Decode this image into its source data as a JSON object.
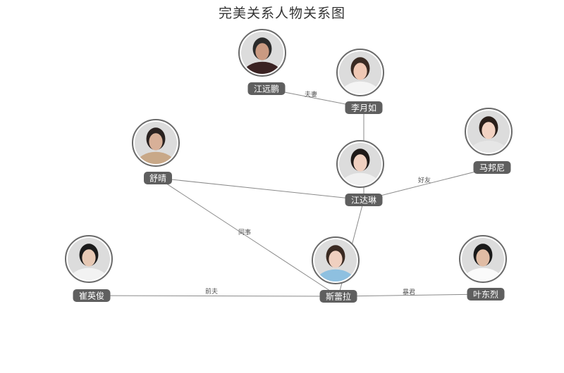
{
  "title": "完美关系人物关系图",
  "colors": {
    "line": "#8a8a8a",
    "pill": "#5f5f5f",
    "ring": "#6a6a6a",
    "label_text": "#ffffff"
  },
  "nodes": [
    {
      "id": "jiangyuanpeng",
      "name": "江远鹏",
      "skin": "#c99a82",
      "hair": "#2a2a2a",
      "cloth": "#3a2222"
    },
    {
      "id": "liyueru",
      "name": "李月如",
      "skin": "#f0c8b4",
      "hair": "#3a2a22",
      "cloth": "#f4f4f4"
    },
    {
      "id": "shuqing",
      "name": "舒晴",
      "skin": "#d8b098",
      "hair": "#2a2220",
      "cloth": "#c8a888"
    },
    {
      "id": "madangni",
      "name": "马邦尼",
      "skin": "#f2d2c2",
      "hair": "#2a1f1a",
      "cloth": "#e6e6e6"
    },
    {
      "id": "jiangdafei",
      "name": "江达琳",
      "skin": "#f0d0c0",
      "hair": "#1f1a18",
      "cloth": "#f0f0f0"
    },
    {
      "id": "cuiyingjun",
      "name": "崔英俊",
      "skin": "#e6c8b4",
      "hair": "#1a1a1a",
      "cloth": "#f2f2f2"
    },
    {
      "id": "siweila",
      "name": "斯蕾拉",
      "skin": "#f0d0c0",
      "hair": "#3a2a22",
      "cloth": "#8ec0e0"
    },
    {
      "id": "yedonglie",
      "name": "叶东烈",
      "skin": "#e0bca4",
      "hair": "#1a1a1a",
      "cloth": "#fafafa"
    }
  ],
  "edges": [
    {
      "from": "jiangyuanpeng",
      "to": "liyueru",
      "label": "夫妻"
    },
    {
      "from": "liyueru",
      "to": "jiangdafei",
      "label": ""
    },
    {
      "from": "shuqing",
      "to": "jiangdafei",
      "label": ""
    },
    {
      "from": "madangni",
      "to": "jiangdafei",
      "label": "好友"
    },
    {
      "from": "jiangdafei",
      "to": "siweila",
      "label": ""
    },
    {
      "from": "shuqing",
      "to": "siweila",
      "label": "同事"
    },
    {
      "from": "cuiyingjun",
      "to": "siweila",
      "label": "前夫"
    },
    {
      "from": "siweila",
      "to": "yedonglie",
      "label": "暴君"
    }
  ]
}
